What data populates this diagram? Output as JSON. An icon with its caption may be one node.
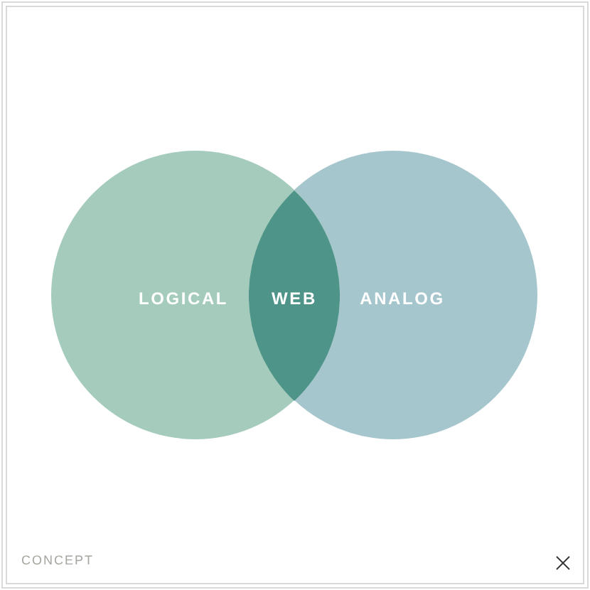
{
  "diagram": {
    "nodes": [
      {
        "text": [
          "LOGICAL"
        ]
      },
      {
        "text": [
          "WEB"
        ]
      },
      {
        "text": [
          "ANALOG"
        ]
      }
    ],
    "labels": [
      "CONCEPT"
    ]
  }
}
